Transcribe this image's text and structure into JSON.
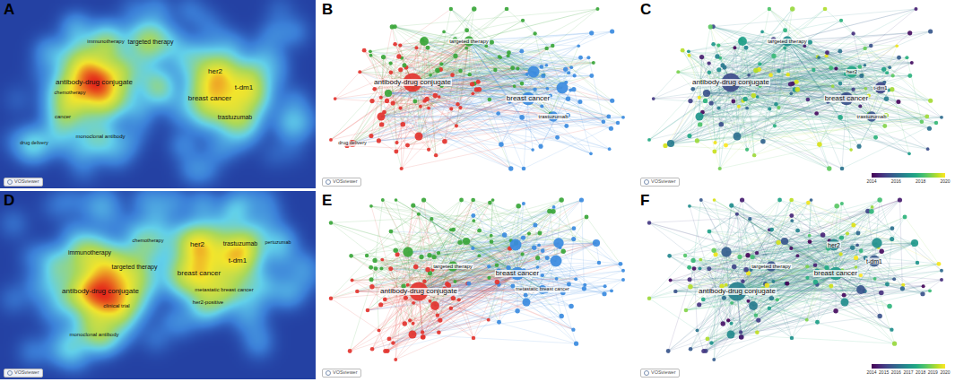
{
  "diagram": {
    "labels": [
      "A",
      "antibody-drug conjugate",
      "targeted therapy",
      "immunotherapy",
      "her2",
      "t-dm1",
      "breast cancer",
      "trastuzumab",
      "cancer",
      "monoclonal antibody",
      "chemotherapy",
      "drug delivery",
      "VOSviewer",
      "B",
      "antibody-drug conjugate",
      "breast cancer",
      "trastuzumab",
      "targeted therapy",
      "drug delivery",
      "VOSviewer",
      "C",
      "antibody-drug conjugate",
      "breast cancer",
      "targeted therapy",
      "her2",
      "t-dm1",
      "trastuzumab",
      "VOSviewer",
      "2014",
      "2016",
      "2018",
      "2020",
      "D",
      "antibody-drug conjugate",
      "breast cancer",
      "her2",
      "t-dm1",
      "trastuzumab",
      "pertuzumab",
      "immunotherapy",
      "targeted therapy",
      "chemotherapy",
      "clinical trial",
      "metastatic breast cancer",
      "her2-positive",
      "monoclonal antibody",
      "VOSviewer",
      "E",
      "antibody-drug conjugate",
      "breast cancer",
      "targeted therapy",
      "metastatic breast cancer",
      "VOSviewer",
      "F",
      "antibody-drug conjugate",
      "breast cancer",
      "targeted therapy",
      "her2",
      "t-dm1",
      "VOSviewer",
      "2014",
      "2015",
      "2016",
      "2017",
      "2018",
      "2019",
      "2020"
    ]
  }
}
